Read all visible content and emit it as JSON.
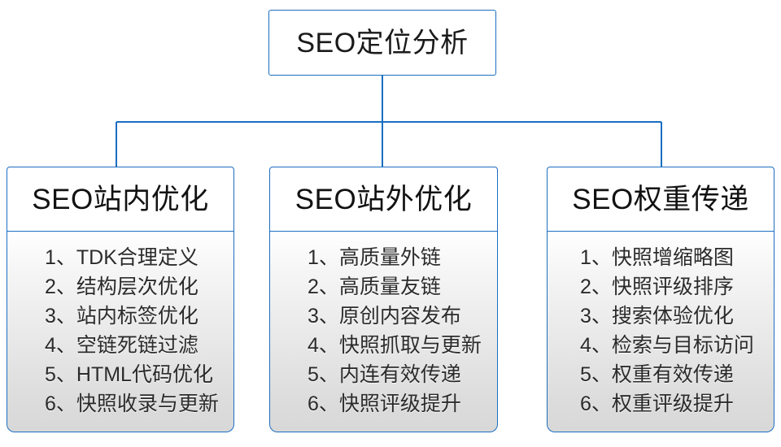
{
  "diagram": {
    "type": "org-chart",
    "root": {
      "label": "SEO定位分析"
    },
    "branches": [
      {
        "title": "SEO站内优化",
        "items": [
          "1、TDK合理定义",
          "2、结构层次优化",
          "3、站内标签优化",
          "4、空链死链过滤",
          "5、HTML代码优化",
          "6、快照收录与更新"
        ]
      },
      {
        "title": "SEO站外优化",
        "items": [
          "1、高质量外链",
          "2、高质量友链",
          "3、原创内容发布",
          "4、快照抓取与更新",
          "5、内连有效传递",
          "6、快照评级提升"
        ]
      },
      {
        "title": "SEO权重传递",
        "items": [
          "1、快照增缩略图",
          "2、快照评级排序",
          "3、搜索体验优化",
          "4、检索与目标访问",
          "5、权重有效传递",
          "6、权重评级提升"
        ]
      }
    ],
    "colors": {
      "border": "#1b6ec2",
      "connector": "#1b6ec2",
      "header_background": "#ffffff",
      "body_background_top": "#ffffff",
      "body_background_bottom": "#d8d8d8",
      "text": "#1a1a1a",
      "canvas": "#ffffff"
    }
  }
}
